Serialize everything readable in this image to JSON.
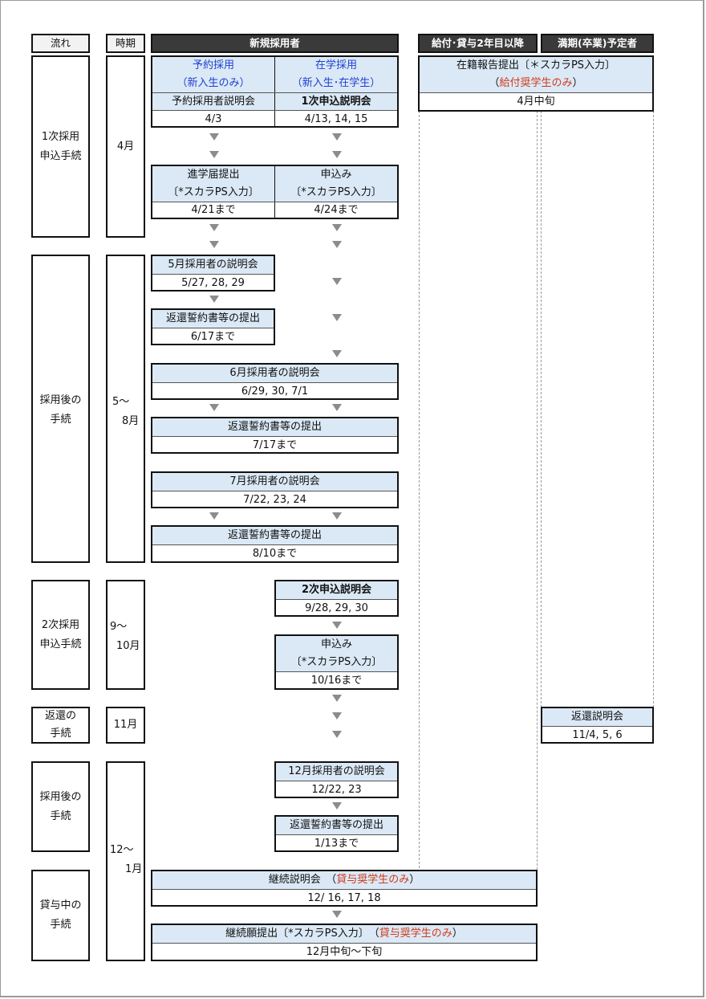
{
  "headers": {
    "flow": "流れ",
    "period": "時期",
    "new_hires": "新規採用者",
    "second_year": "給付･貸与2年目以降",
    "graduating": "満期(卒業)予定者"
  },
  "colors": {
    "header_dark": "#3a3a3a",
    "cell_light_blue": "#dbe9f6",
    "arrow_gray": "#8c8c8c",
    "accent_blue": "#1f3fd1",
    "accent_red": "#d03a1a"
  },
  "sections": {
    "s1": {
      "flow": [
        "1次採用",
        "申込手続"
      ],
      "period": "4月"
    },
    "s2": {
      "flow": [
        "採用後の",
        "手続"
      ],
      "period_a": "5～",
      "period_b": "8月"
    },
    "s3": {
      "flow": [
        "2次採用",
        "申込手続"
      ],
      "period_a": "9～",
      "period_b": "10月"
    },
    "s4": {
      "flow": [
        "返還の",
        "手続"
      ],
      "period": "11月"
    },
    "s5": {
      "flow": [
        "採用後の",
        "手続"
      ]
    },
    "s6": {
      "flow": [
        "貸与中の",
        "手続"
      ]
    },
    "s56_period_a": "12～",
    "s56_period_b": "1月"
  },
  "boxes": {
    "reserve": {
      "title": "予約採用",
      "subtitle": "（新入生のみ）"
    },
    "enrolled": {
      "title": "在学採用",
      "subtitle": "（新入生･在学生）"
    },
    "reserve_briefing": {
      "label": "予約採用者説明会",
      "date": "4/3"
    },
    "first_briefing": {
      "label": "1次申込説明会",
      "date": "4/13, 14, 15"
    },
    "advancement": {
      "label": "進学届提出",
      "note": "〔*スカラPS入力〕",
      "date": "4/21まで"
    },
    "apply1": {
      "label": "申込み",
      "note": "〔*スカラPS入力〕",
      "date": "4/24まで"
    },
    "enrollment_report": {
      "label": "在籍報告提出〔＊スカラPS入力〕",
      "note_open": "（",
      "note": "給付奨学生のみ",
      "note_close": "）",
      "date": "4月中旬"
    },
    "may_briefing": {
      "label": "5月採用者の説明会",
      "date": "5/27, 28, 29"
    },
    "pledge_jun": {
      "label": "返還誓約書等の提出",
      "date": "6/17まで"
    },
    "jun_briefing": {
      "label": "6月採用者の説明会",
      "date": "6/29, 30, 7/1"
    },
    "pledge_jul": {
      "label": "返還誓約書等の提出",
      "date": "7/17まで"
    },
    "jul_briefing": {
      "label": "7月採用者の説明会",
      "date": "7/22, 23, 24"
    },
    "pledge_aug": {
      "label": "返還誓約書等の提出",
      "date": "8/10まで"
    },
    "second_briefing": {
      "label": "2次申込説明会",
      "date": "9/28, 29, 30"
    },
    "apply2": {
      "label": "申込み",
      "note": "〔*スカラPS入力〕",
      "date": "10/16まで"
    },
    "repayment_briefing": {
      "label": "返還説明会",
      "date": "11/4, 5, 6"
    },
    "dec_briefing": {
      "label": "12月採用者の説明会",
      "date": "12/22, 23"
    },
    "pledge_jan": {
      "label": "返還誓約書等の提出",
      "date": "1/13まで"
    },
    "continuation_briefing": {
      "label": "継続説明会　",
      "note_open": "（",
      "note": "貸与奨学生のみ",
      "note_close": "）",
      "date": "12/ 16, 17, 18"
    },
    "continuation_request": {
      "label": "継続願提出〔*スカラPS入力〕　",
      "note_open": "（",
      "note": "貸与奨学生のみ",
      "note_close": "）",
      "date": "12月中旬～下旬"
    }
  }
}
